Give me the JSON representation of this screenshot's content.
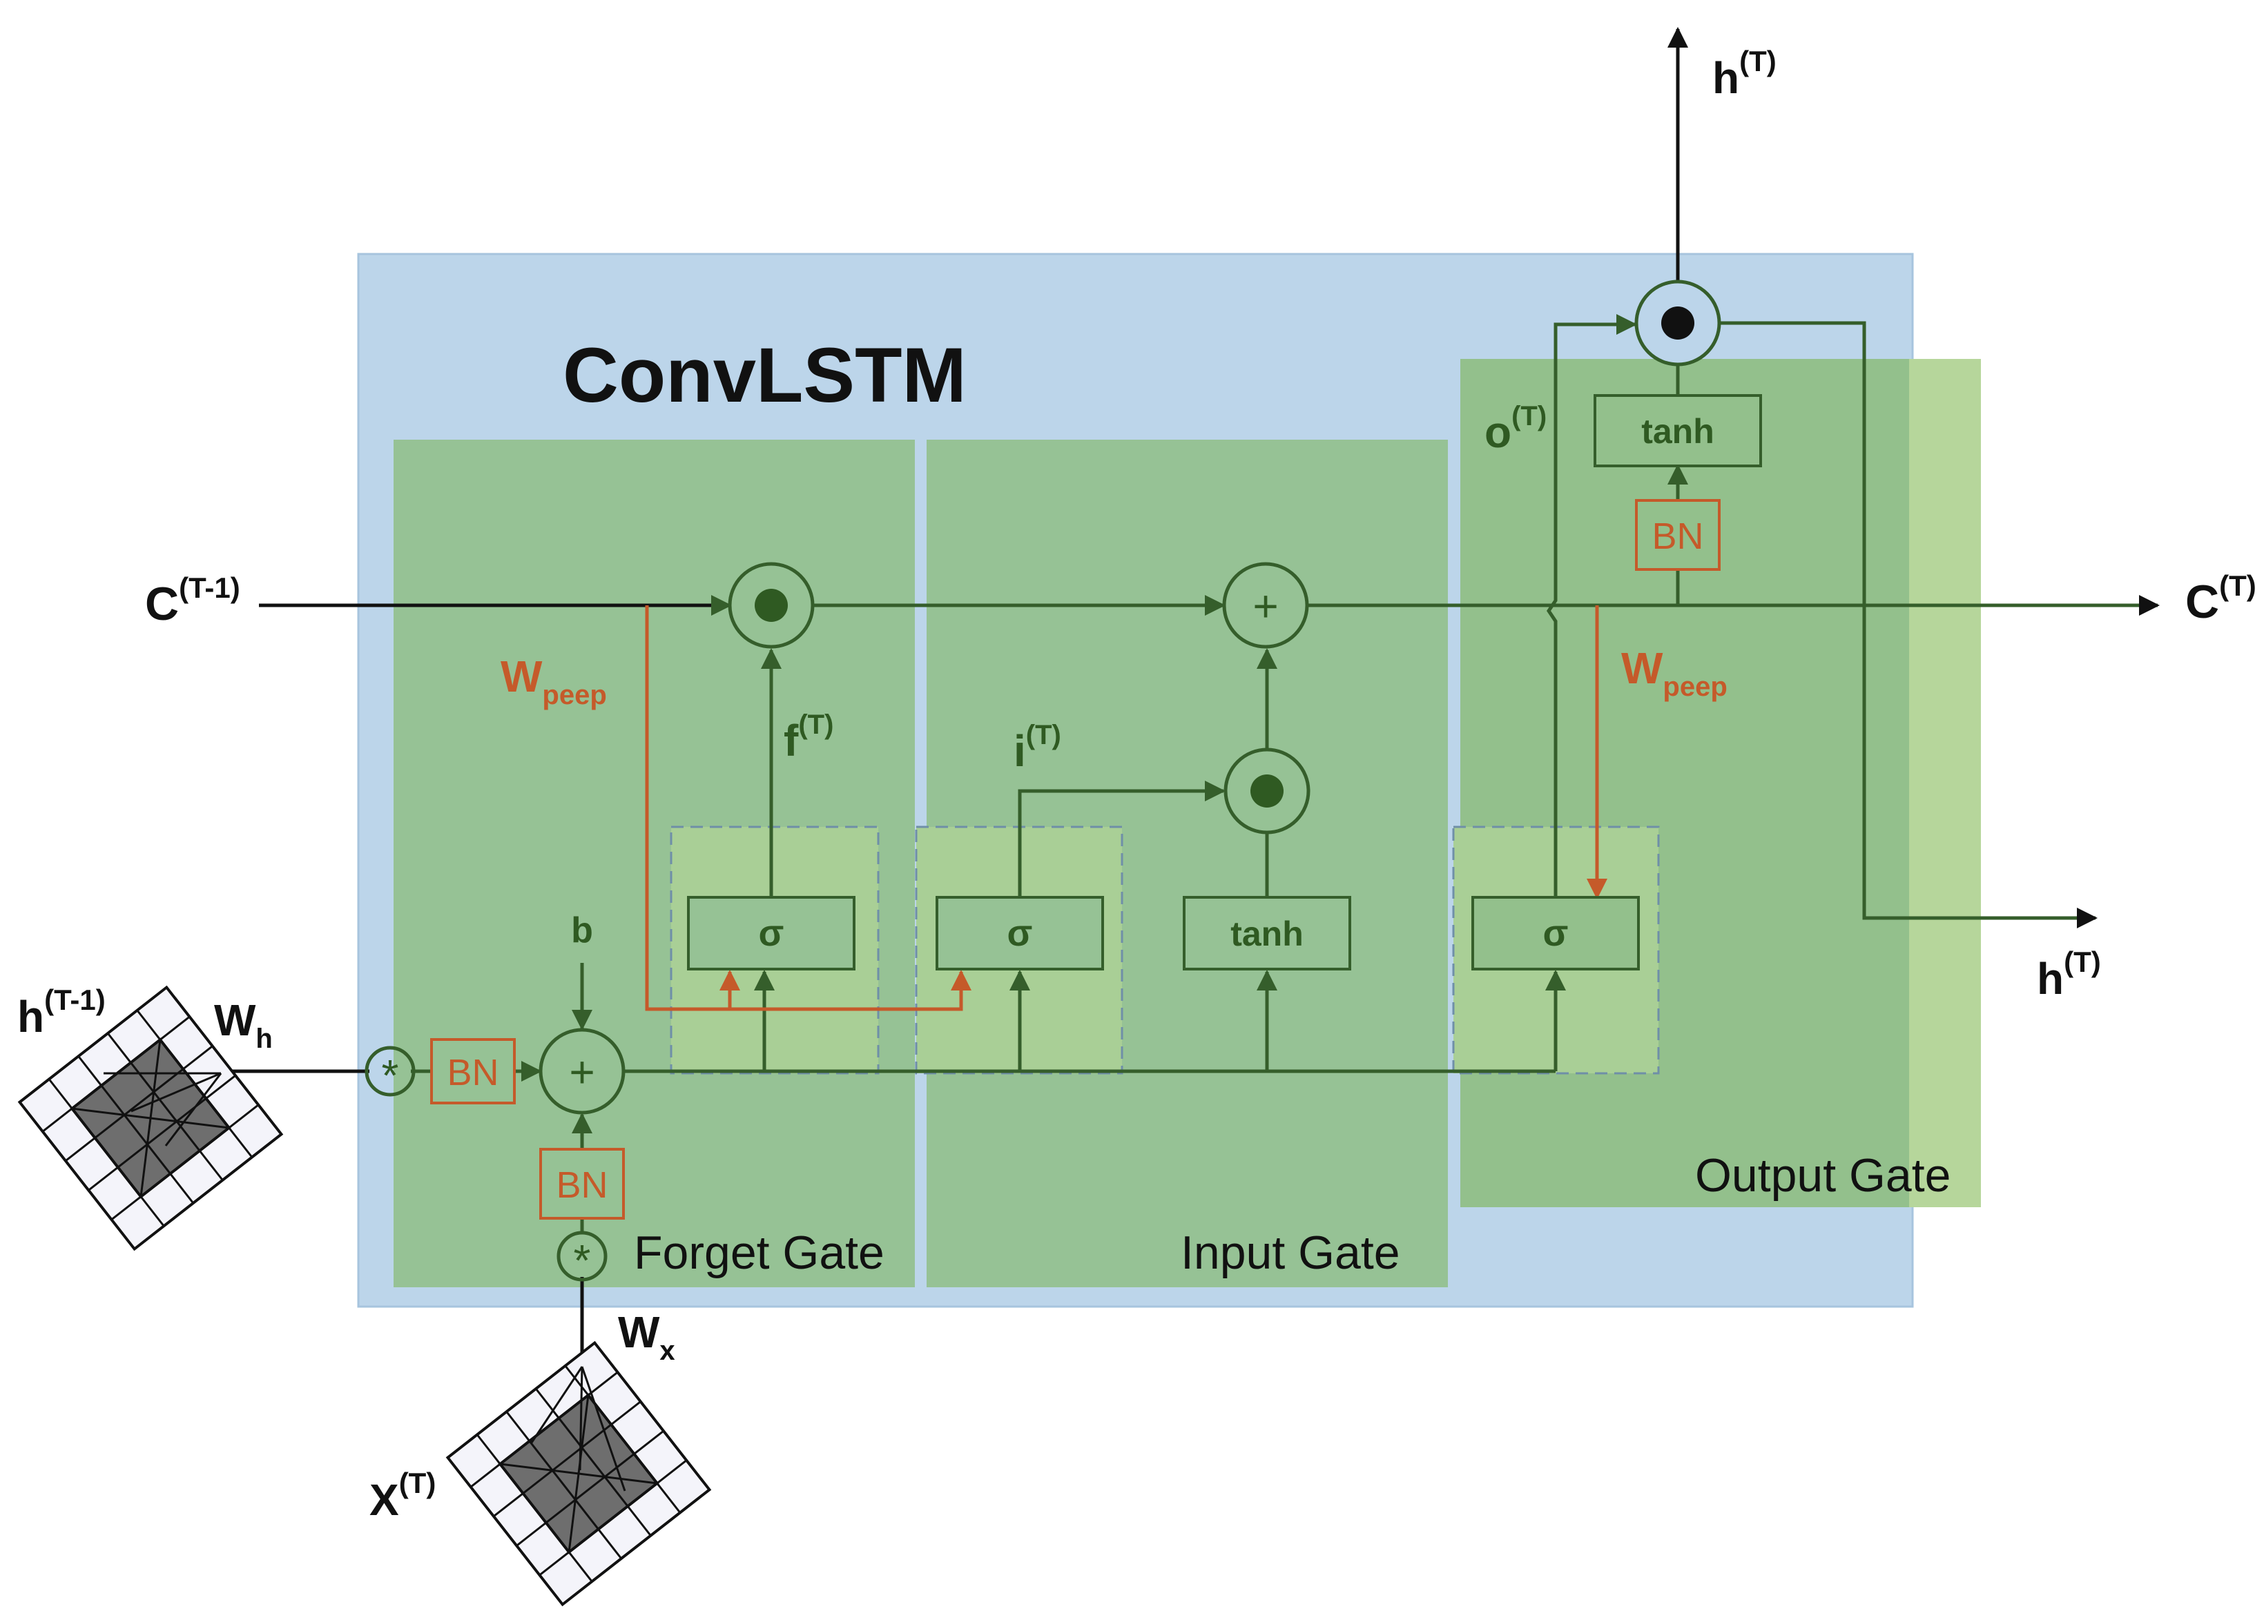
{
  "title": "ConvLSTM",
  "gates": {
    "forget": "Forget Gate",
    "input": "Input Gate",
    "output": "Output Gate"
  },
  "ops": {
    "sigma": "σ",
    "tanh": "tanh",
    "bn": "BN",
    "plus": "+",
    "conv": "*",
    "bias": "b"
  },
  "labels": {
    "c_prev": {
      "base": "C",
      "sup": "(T-1)"
    },
    "c_out": {
      "base": "C",
      "sup": "(T)"
    },
    "h_prev": {
      "base": "h",
      "sup": "(T-1)"
    },
    "h_out_top": {
      "base": "h",
      "sup": "(T)"
    },
    "h_out_right": {
      "base": "h",
      "sup": "(T)"
    },
    "x_in": {
      "base": "X",
      "sup": "(T)"
    },
    "f": {
      "base": "f",
      "sup": "(T)"
    },
    "i": {
      "base": "i",
      "sup": "(T)"
    },
    "o": {
      "base": "o",
      "sup": "(T)"
    },
    "w_h": {
      "base": "W",
      "sub": "h"
    },
    "w_x": {
      "base": "W",
      "sub": "x"
    },
    "w_peep_1": {
      "base": "W",
      "sub": "peep"
    },
    "w_peep_2": {
      "base": "W",
      "sub": "peep"
    }
  },
  "colors": {
    "container": "#bcd5ea",
    "gate": "#96c295",
    "gate_light": "#a9cf96",
    "output_panel": "#93c08c",
    "line": "#355e2b",
    "peephole": "#c55a2a",
    "arrow_black": "#111111"
  }
}
